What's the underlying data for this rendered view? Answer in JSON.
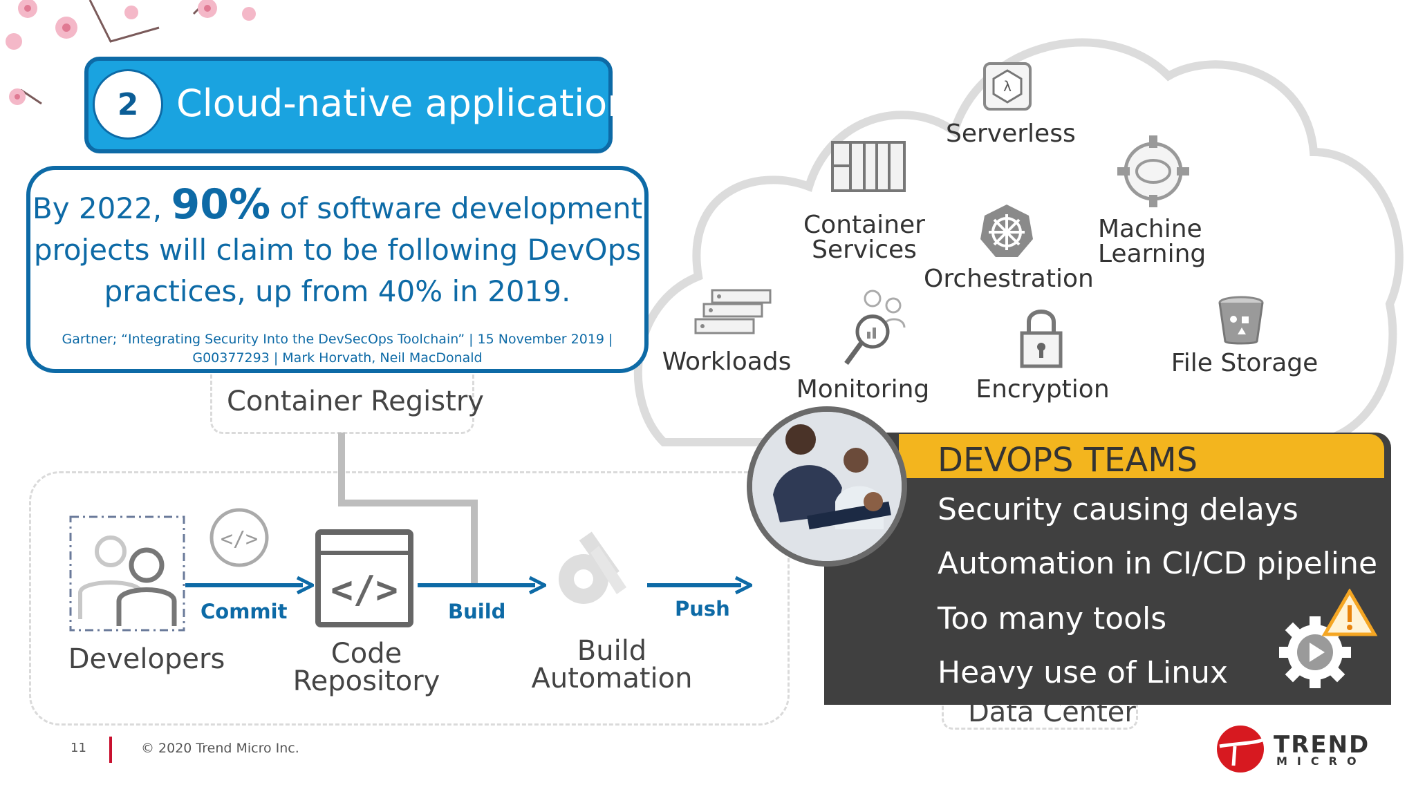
{
  "slide": {
    "number_badge": "2",
    "title": "Cloud-native applications"
  },
  "quote": {
    "prefix": "By 2022, ",
    "highlight": "90%",
    "line1_rest": " of software development",
    "line2": "projects will claim to be following DevOps",
    "line3": "practices, up from 40% in 2019.",
    "source_line1": "Gartner; “Integrating Security Into the DevSecOps Toolchain” | 15 November 2019 |",
    "source_line2": "G00377293 | Mark Horvath, Neil MacDonald"
  },
  "registry": {
    "label": "Container Registry"
  },
  "pipeline": {
    "developers": "Developers",
    "commit": "Commit",
    "code_repo_line1": "Code",
    "code_repo_line2": "Repository",
    "build": "Build",
    "build_auto_line1": "Build",
    "build_auto_line2": "Automation",
    "push": "Push"
  },
  "cloud": {
    "serverless": "Serverless",
    "container_line1": "Container",
    "container_line2": "Services",
    "orchestration": "Orchestration",
    "ml_line1": "Machine",
    "ml_line2": "Learning",
    "workloads": "Workloads",
    "monitoring": "Monitoring",
    "encryption": "Encryption",
    "file_storage": "File Storage"
  },
  "datacenter": {
    "label": "Data Center"
  },
  "devops": {
    "title": "DEVOPS TEAMS",
    "items": [
      "Security causing delays",
      "Automation in CI/CD pipeline",
      "Too many tools",
      "Heavy use of Linux"
    ]
  },
  "footer": {
    "page": "11",
    "copyright": "© 2020 Trend Micro Inc.",
    "logo_word1": "TREND",
    "logo_word2": "MICRO"
  },
  "colors": {
    "brand_blue": "#0d6aa6",
    "pill_blue": "#1aa3e0",
    "devops_yellow": "#f3b51e",
    "devops_dark": "#404040",
    "trend_red": "#d71920"
  }
}
